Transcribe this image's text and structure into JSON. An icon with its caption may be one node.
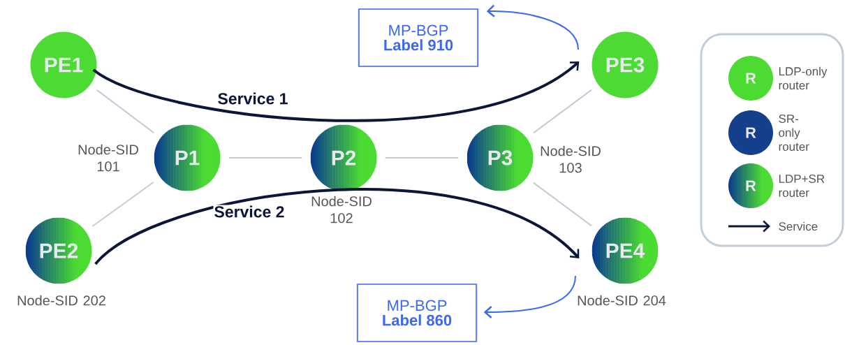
{
  "diagram": {
    "nodes": [
      {
        "text": [
          "PE1"
        ]
      },
      {
        "text": [
          "PE2"
        ],
        "beside": [
          "Node-SID 202"
        ]
      },
      {
        "text": [
          "P1"
        ],
        "beside": [
          "Node-SID 101"
        ]
      },
      {
        "text": [
          "P2"
        ],
        "beside": [
          "Node-SID 102"
        ]
      },
      {
        "text": [
          "P3"
        ],
        "beside": [
          "Node-SID 103"
        ]
      },
      {
        "text": [
          "PE3"
        ]
      },
      {
        "text": [
          "PE4"
        ],
        "beside": [
          "Node-SID 204"
        ]
      },
      {
        "text": [
          "MP-BGP",
          "Label 910"
        ]
      },
      {
        "text": [
          "MP-BGP",
          "Label 860"
        ]
      }
    ],
    "edges": [
      {
        "from": 0,
        "to": 2,
        "arrow": "none"
      },
      {
        "from": 1,
        "to": 2,
        "arrow": "none"
      },
      {
        "from": 2,
        "to": 3,
        "arrow": "none"
      },
      {
        "from": 3,
        "to": 4,
        "arrow": "none"
      },
      {
        "from": 4,
        "to": 5,
        "arrow": "none"
      },
      {
        "from": 4,
        "to": 6,
        "arrow": "none"
      },
      {
        "from": 0,
        "to": 5,
        "arrow": "to",
        "label": "Service 1",
        "style": "thick",
        "color": "#0b1638"
      },
      {
        "from": 1,
        "to": 6,
        "arrow": "to",
        "label": "Service 2",
        "style": "thick",
        "color": "#0b1638"
      },
      {
        "from": 5,
        "to": 7,
        "arrow": "to",
        "color": "#3d68f2"
      },
      {
        "from": 6,
        "to": 8,
        "arrow": "to",
        "color": "#3d68f2"
      }
    ],
    "labels": [
      "R",
      "R",
      "R"
    ],
    "legend": [
      {
        "text": "LDP-only router",
        "color": "#4cdb32"
      },
      {
        "text": "SR-only router",
        "color": "#143f8a"
      },
      {
        "text": "LDP+SR router"
      },
      {
        "text": "Service"
      }
    ]
  }
}
